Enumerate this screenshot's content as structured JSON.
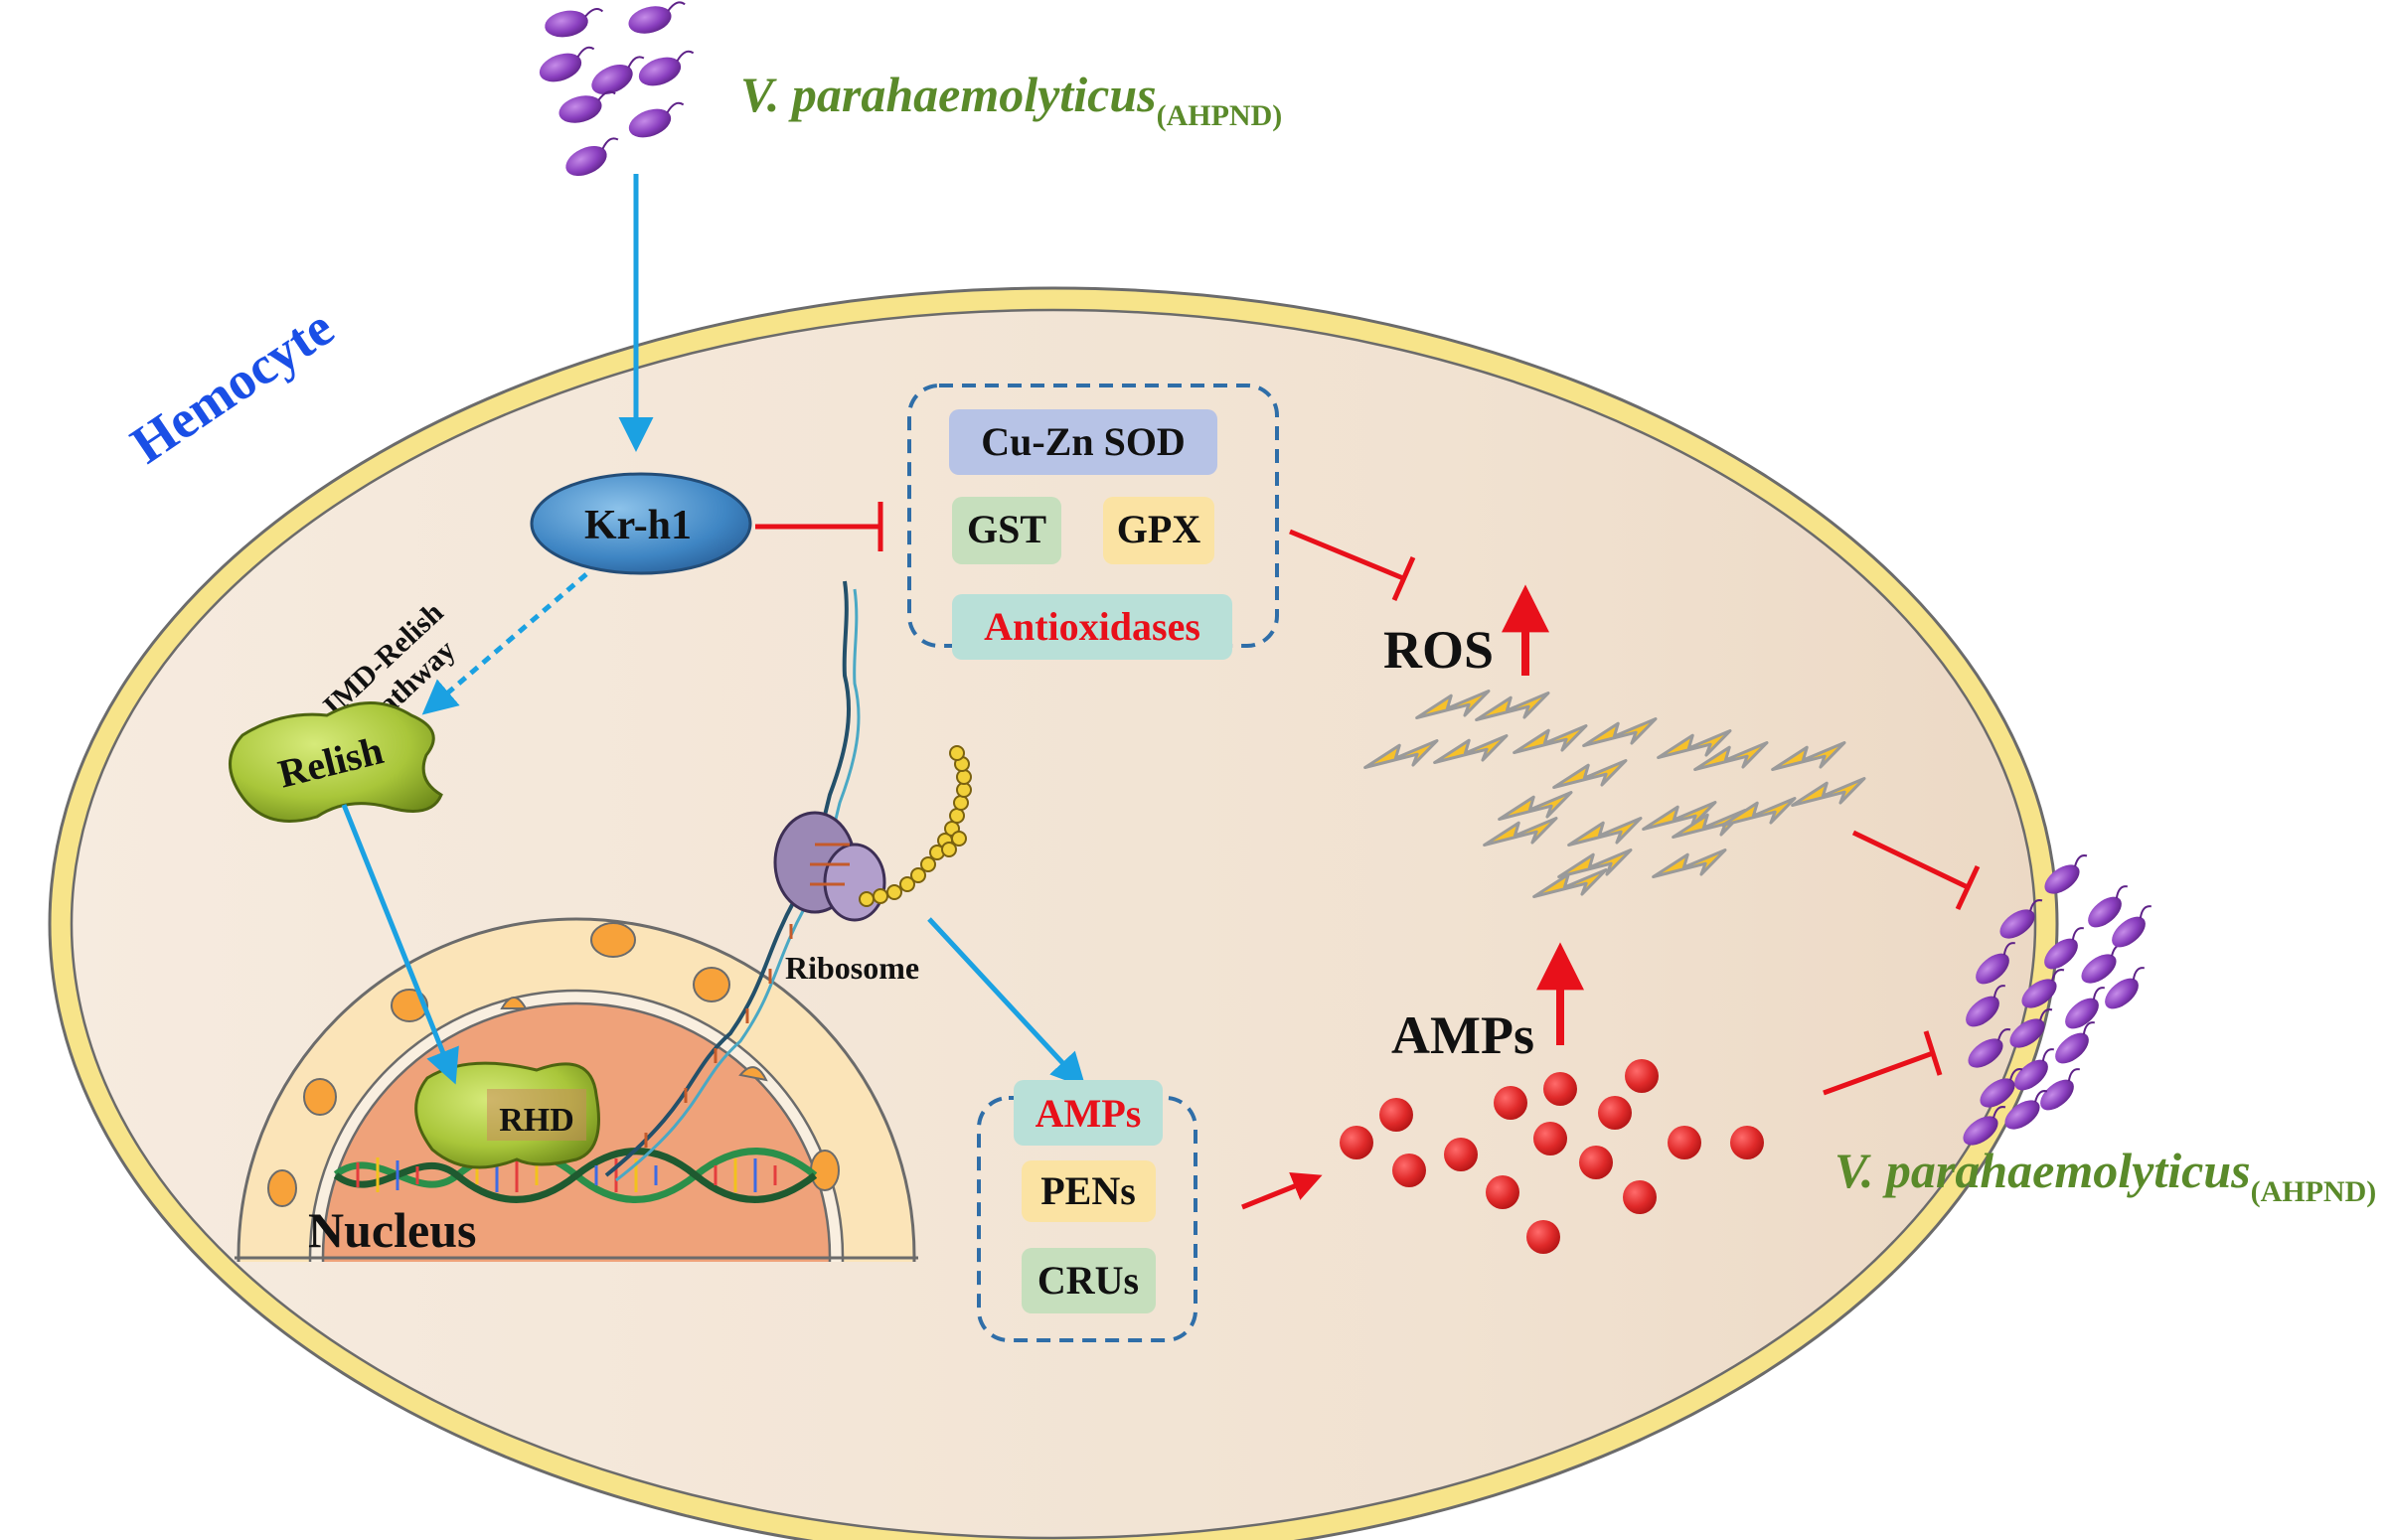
{
  "bacteria_label": {
    "name": "V. parahaemolyticus",
    "subscript": "(AHPND)"
  },
  "cell_label": "Hemocyte",
  "kr_h1": "Kr-h1",
  "pathway_label": {
    "line1": "IMD-Relish",
    "line2": "pathway"
  },
  "relish": "Relish",
  "rhd": "RHD",
  "nucleus": "Nucleus",
  "ribosome": "Ribosome",
  "antioxidases_box": {
    "items": [
      "Cu-Zn SOD",
      "GST",
      "GPX"
    ],
    "title": "Antioxidases"
  },
  "amps_box": {
    "title": "AMPs",
    "items": [
      "PENs",
      "CRUs"
    ]
  },
  "ros_label": "ROS",
  "amps_label": "AMPs",
  "colors": {
    "arrow_blue": "#1ba1e2",
    "inhibit_red": "#e8101a",
    "bacteria_label_green": "#5a8a2a",
    "hemocyte_blue": "#1a4fe6",
    "cell_membrane": "#f7e48a",
    "cytoplasm": "#f3e4d3",
    "nucleus": "#efa27a",
    "box_border": "#2f6ea8",
    "sod_fill": "#b7c3e6",
    "gst_fill": "#c6dfbd",
    "gpx_fill": "#fbe3a3",
    "antiox_fill": "#b9e0d8",
    "amp_dot": "#e02a2a",
    "bacteria": "#8a3fbf"
  }
}
